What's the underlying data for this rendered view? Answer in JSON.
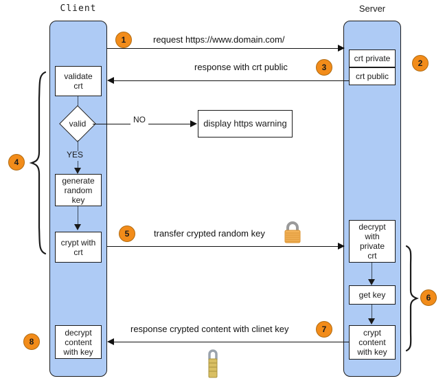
{
  "diagram": {
    "title": "HTTPS handshake sequence diagram",
    "colors": {
      "lifeline_fill": "#aecbf5",
      "step_badge": "#f28c1a",
      "box_fill": "#ffffff",
      "line": "#111111",
      "background": "#ffffff"
    }
  },
  "actors": {
    "client": {
      "label": "Client"
    },
    "server": {
      "label": "Server"
    }
  },
  "client_nodes": [
    {
      "id": "validate-crt",
      "lines": [
        "validate",
        "crt"
      ]
    },
    {
      "id": "valid-decision",
      "label": "valid"
    },
    {
      "id": "generate-random-key",
      "lines": [
        "generate",
        "random",
        "key"
      ]
    },
    {
      "id": "crypt-with-crt",
      "lines": [
        "crypt with",
        "crt"
      ]
    },
    {
      "id": "decrypt-content-with-key",
      "lines": [
        "decrypt",
        "content",
        "with key"
      ]
    }
  ],
  "server_nodes": [
    {
      "id": "crt-private",
      "label": "crt private"
    },
    {
      "id": "crt-public",
      "label": "crt public"
    },
    {
      "id": "decrypt-with-private-crt",
      "lines": [
        "decrypt",
        "with",
        "private",
        "crt"
      ]
    },
    {
      "id": "get-key",
      "label": "get key"
    },
    {
      "id": "crypt-content-with-key",
      "lines": [
        "crypt",
        "content",
        "with key"
      ]
    }
  ],
  "external_nodes": [
    {
      "id": "display-https-warning",
      "label": "display https warning"
    }
  ],
  "branch_labels": {
    "no": "NO",
    "yes": "YES"
  },
  "messages": [
    {
      "step": "1",
      "text": "request https://www.domain.com/",
      "direction": "client-to-server"
    },
    {
      "step": "3",
      "text": "response with crt public",
      "direction": "server-to-client"
    },
    {
      "step": "5",
      "text": "transfer crypted random key",
      "direction": "client-to-server",
      "icon": "padlock-icon"
    },
    {
      "step": "7",
      "text": "response crypted content with clinet key",
      "direction": "server-to-client",
      "icon": "combination-padlock-icon"
    }
  ],
  "steps": [
    {
      "number": "1"
    },
    {
      "number": "2"
    },
    {
      "number": "3"
    },
    {
      "number": "4"
    },
    {
      "number": "5"
    },
    {
      "number": "6"
    },
    {
      "number": "7"
    },
    {
      "number": "8"
    }
  ]
}
